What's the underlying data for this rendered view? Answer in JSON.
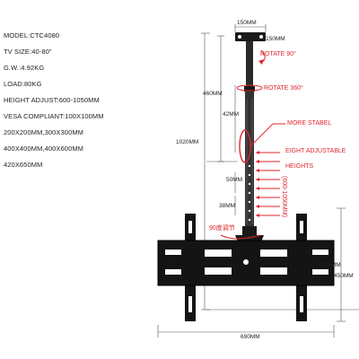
{
  "specs": {
    "model": "MODEL:CTC4080",
    "tv_size": "TV SIZE:40-80\"",
    "weight": "G.W.:4.92KG",
    "load": "LOAD:80KG",
    "height_adjust": "HEIGHT ADJUST:600-1050MM",
    "vesa": "VESA COMPLIANT:100X100MM",
    "vesa_2": "200X200MM,300X300MM",
    "vesa_3": "400X400MM,400X600MM",
    "vesa_4": "420X650MM"
  },
  "dimensions": {
    "top_width": "150MM",
    "top_side": "150MM",
    "total_height": "1020MM",
    "upper_height": "460MM",
    "pole_segment": "42MM",
    "lower_segment": "50MM",
    "adjust_segment": "38MM",
    "bracket_height": "165MM",
    "panel_height": "450MM",
    "bottom_width": "690MM"
  },
  "annotations": {
    "rotate_90": "ROTATE 90°",
    "rotate_360": "ROTATE 360°",
    "more_stable": "MORE STABEL",
    "eight_adjustable": "EIGHT ADJUSTABLE",
    "heights": "HEIGHTS",
    "range": "(600-1050MM)",
    "tilt": "90度调节"
  },
  "colors": {
    "accent": "#e0262b",
    "metal": "#1a1a1a"
  }
}
